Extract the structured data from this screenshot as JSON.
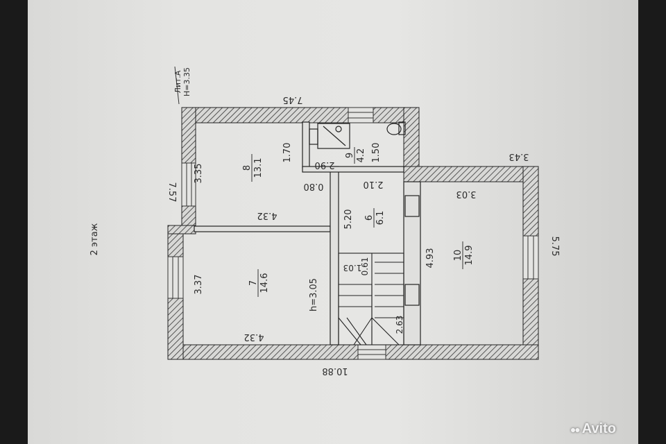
{
  "floor_title": "2 этаж",
  "litera": {
    "name": "Лит.А",
    "height": "H=3.35"
  },
  "outer_dims": {
    "top": "7.45",
    "bottom": "10.88",
    "left": "7.57",
    "right_top": "3.43",
    "right_side": "5.75"
  },
  "rooms": {
    "r8": {
      "number": "8",
      "area": "13.1",
      "dims": [
        "3.35",
        "4.32",
        "1.70",
        "0.80"
      ]
    },
    "r7": {
      "number": "7",
      "area": "14.6",
      "dims": [
        "3.37",
        "4.32",
        "h=3.05"
      ]
    },
    "r9": {
      "number": "9",
      "area": "4.2",
      "dims": [
        "2.90",
        "1.50"
      ]
    },
    "r6": {
      "number": "6",
      "area": "6.1",
      "dims": [
        "5.20",
        "2.10",
        "0.61",
        "1.03",
        "2.63"
      ]
    },
    "r10": {
      "number": "10",
      "area": "14.9",
      "dims": [
        "4.93",
        "3.03"
      ]
    }
  },
  "watermark": "Avito"
}
